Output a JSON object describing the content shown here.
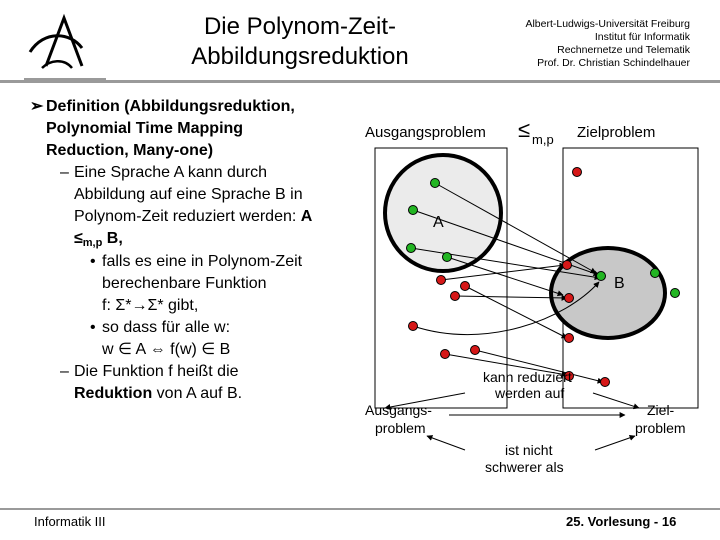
{
  "header": {
    "title_line1": "Die Polynom-Zeit-",
    "title_line2": "Abbildungsreduktion",
    "university": [
      "Albert-Ludwigs-Universität Freiburg",
      "Institut für Informatik",
      "Rechnernetze und Telematik",
      "Prof. Dr. Christian Schindelhauer"
    ]
  },
  "content": {
    "definition_line1": "Definition (Abbildungsreduktion,",
    "definition_line2": "Polynomial Time Mapping",
    "definition_line3": "Reduction, Many-one)",
    "item1_line1": "Eine Sprache A kann durch",
    "item1_line2": "Abbildung auf eine Sprache B in",
    "item1_line3": "Polynom-Zeit reduziert werden:",
    "item1_A": "A",
    "item1_leq": "≤",
    "item1_sub": "m,p",
    "item1_B": "B,",
    "sub1_line1": "falls es eine in Polynom-Zeit",
    "sub1_line2": "berechenbare Funktion",
    "sub1_line3": "f: Σ*→Σ*  gibt,",
    "sub2_line1": "so dass für alle w:",
    "sub2_line2": "w ∈ A  ⇔  f(w) ∈ B",
    "item2_line1": "Die Funktion f heißt die",
    "item2_bold": "Reduktion",
    "item2_rest": " von A auf B."
  },
  "diagram": {
    "label_source": "Ausgangsproblem",
    "label_leq": "≤",
    "label_sub": "m,p",
    "label_target": "Zielproblem",
    "set_A": "A",
    "set_B": "B",
    "kann_line1": "kann reduziert",
    "kann_line2": "werden auf",
    "ausgang_line1": "Ausgangs-",
    "ausgang_line2": "problem",
    "ziel_line1": "Ziel-",
    "ziel_line2": "problem",
    "nicht_line1": "ist nicht",
    "nicht_line2": "schwerer als",
    "colors": {
      "green": "#22b522",
      "red": "#d61818",
      "B_fill": "#c8c8c8"
    }
  },
  "footer": {
    "left": "Informatik III",
    "right": "25. Vorlesung - 16"
  }
}
